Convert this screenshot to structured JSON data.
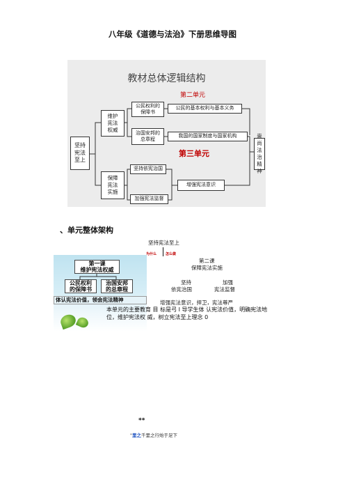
{
  "doc": {
    "title": "八年级《道德与法治》下册思维导图",
    "section_heading": "、单元整体架构"
  },
  "figure1": {
    "title": "教材总体逻辑结构",
    "unit2_label": "第二单元",
    "unit3_label": "第三单元",
    "root": "坚持宪法至上",
    "branch_top": "维护宪法权威",
    "branch_bottom": "保障宪法实施",
    "box_rights": "公民权利的保障书",
    "box_state": "治国安邦的总章程",
    "box_basic_rights": "公民的基本权利与基本义务",
    "box_system": "我国的国家制度与国家机构",
    "box_rule": "坚持依宪治国",
    "box_supervise": "加强宪法监督",
    "box_awareness": "增强宪法意识",
    "result": "崇尚法治精神"
  },
  "figure2": {
    "top_label": "坚持宪法至上",
    "why_label": "为什么",
    "how_label": "怎么做",
    "lesson2": "第二课",
    "lesson2_title": "保障宪法实施",
    "item_rule": "坚持",
    "item_rule_sub": "依宪治国",
    "item_supervise": "加强",
    "item_supervise_sub": "宪法监督",
    "bottom_line": "增强宪法意识，捍卫，宪法尊严",
    "lesson1_line1": "第一课",
    "lesson1_line2": "维护宪法权威",
    "box_rights_l1": "公民权利",
    "box_rights_l2": "的保障书",
    "box_state_l1": "治国安邦",
    "box_state_l2": "的总章程",
    "bar_text": "体认宪法价值，领会宪法精神"
  },
  "paragraph": "本单元的主要教育 目 标是弓 I 导学生体 认宪法价值，明确宪法地位，维护宪法权 威，树立宪法至上理念 0",
  "footer": {
    "stars": "**",
    "prefix": "\"",
    "highlight": "里之",
    "rest": "千里之行始于足下"
  }
}
